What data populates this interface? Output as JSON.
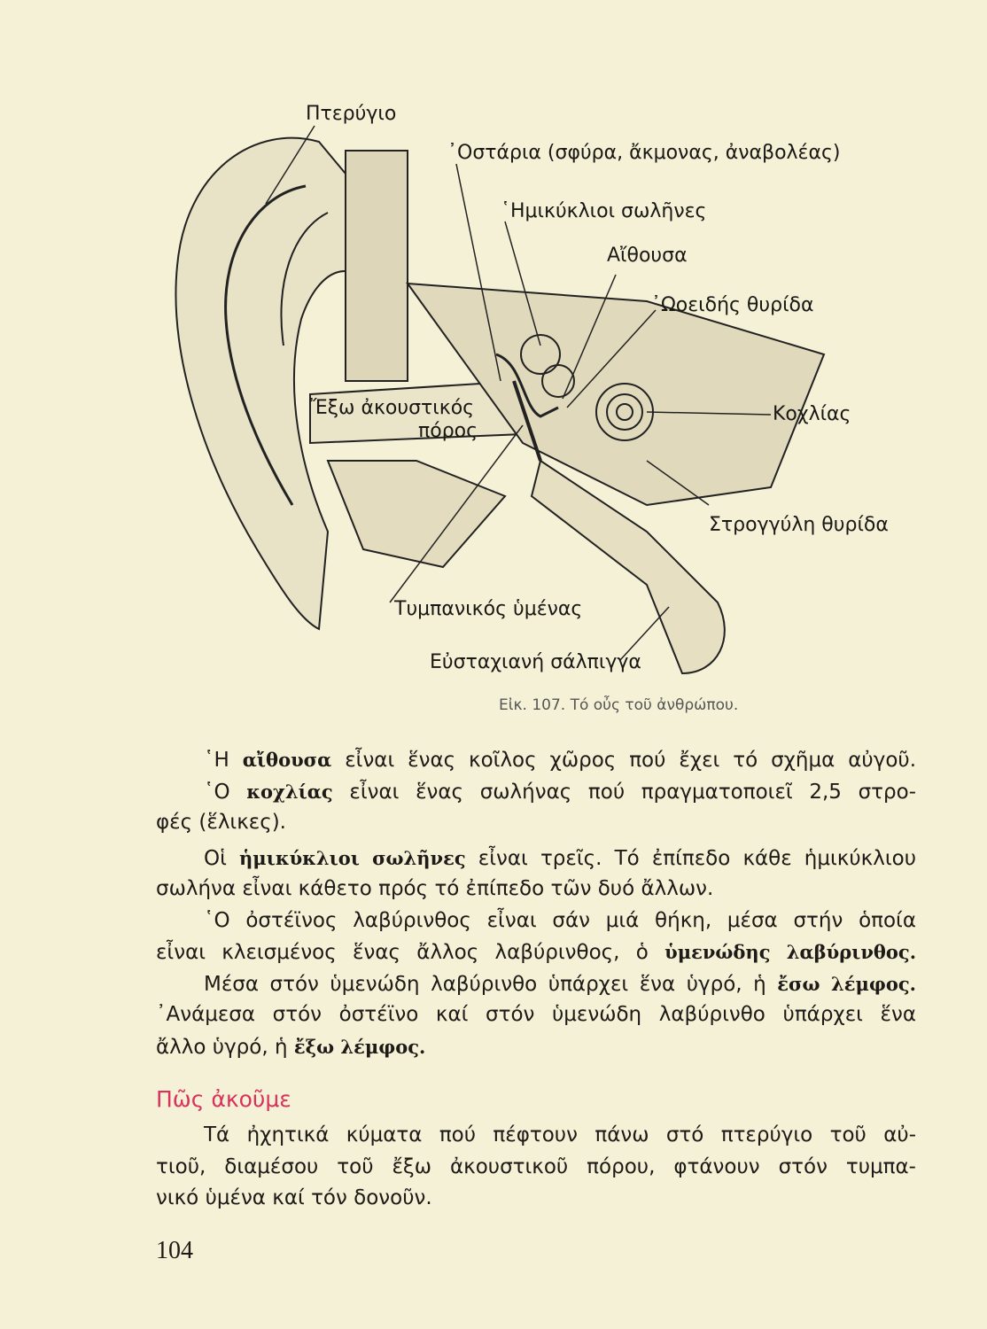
{
  "figure": {
    "labels": {
      "pinna": "Πτερύγιο",
      "ossicles": "᾿Οστάρια (σφύρα, ἄκμονας, ἀναβολέας)",
      "semicircular": "῾Ημικύκλιοι σωλῆνες",
      "vestibule": "Αἴθουσα",
      "oval_window": "᾿Ωοειδής θυρίδα",
      "cochlea": "Κοχλίας",
      "round_window": "Στρογγύλη θυρίδα",
      "eardrum": "Τυμπανικός ὑμένας",
      "eustachian": "Εὐσταχιανή σάλπιγγα",
      "canal_1": "Ἔξω ἀκουστικός",
      "canal_2": "πόρος"
    },
    "caption": "Εἰκ. 107. Τό οὖς τοῦ ἀνθρώπου."
  },
  "text": {
    "p1": [
      "῾Η ",
      "αἴθουσα",
      " εἶναι ἕνας κοῖλος χῶρος πού ἔχει τό σχῆμα αὐγοῦ."
    ],
    "p2a": [
      "῾Ο ",
      "κοχλίας",
      " εἶναι ἕνας σωλήνας πού πραγματοποιεῖ 2,5 στρο-"
    ],
    "p2b": "φές (ἕλικες).",
    "p3a": [
      "Οἱ ",
      "ἡμικύκλιοι σωλῆνες",
      " εἶναι τρεῖς. Τό ἐπίπεδο κάθε ἡμικύκλιου"
    ],
    "p3b": "σωλήνα εἶναι κάθετο πρός τό ἐπίπεδο τῶν δυό ἄλλων.",
    "p4a": "῾Ο ὀστέϊνος λαβύρινθος εἶναι σάν μιά θήκη, μέσα στήν ὁποία",
    "p4b": [
      "εἶναι κλεισμένος ἕνας ἄλλος λαβύρινθος, ὁ ",
      "ὑμενώδης λαβύρινθος."
    ],
    "p5a": [
      "Μέσα στόν ὑμενώδη λαβύρινθο ὑπάρχει ἕνα ὑγρό, ἡ ",
      "ἔσω λέμφος."
    ],
    "p5b": "᾿Ανάμεσα στόν ὀστέϊνο καί στόν ὑμενώδη λαβύρινθο ὑπάρχει ἕνα",
    "p5c": [
      "ἄλλο ὑγρό, ἡ ",
      "ἔξω λέμφος."
    ],
    "heading": "Πῶς ἀκοῦμε",
    "p6a": "Τά ἠχητικά κύματα πού πέφτουν πάνω στό πτερύγιο τοῦ αὐ-",
    "p6b": "τιοῦ, διαμέσου τοῦ ἔξω ἀκουστικοῦ πόρου, φτάνουν στόν τυμπα-",
    "p6c": "νικό ὑμένα καί τόν δονοῦν."
  },
  "page_number": "104",
  "colors": {
    "heading": "#d9325c",
    "paper": "#f5f1d6"
  }
}
